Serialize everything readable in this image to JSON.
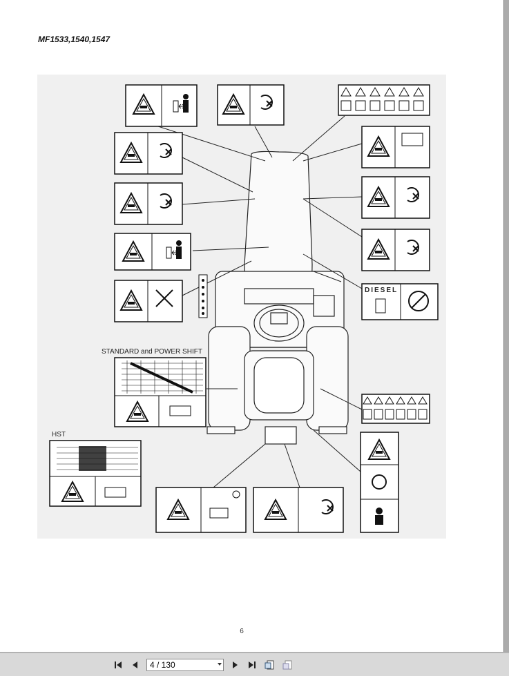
{
  "document": {
    "model_title": "MF1533,1540,1547",
    "standard_label": "STANDARD and POWER SHIFT",
    "hst_label": "HST",
    "diesel_label_text": "DIESEL",
    "page_number": "6"
  },
  "viewer": {
    "page_indicator": "4 / 130",
    "current_page": 4,
    "total_pages": 130,
    "icons": [
      "first-page-icon",
      "previous-page-icon",
      "next-page-icon",
      "last-page-icon",
      "fit-page-icon",
      "fit-width-icon"
    ]
  }
}
